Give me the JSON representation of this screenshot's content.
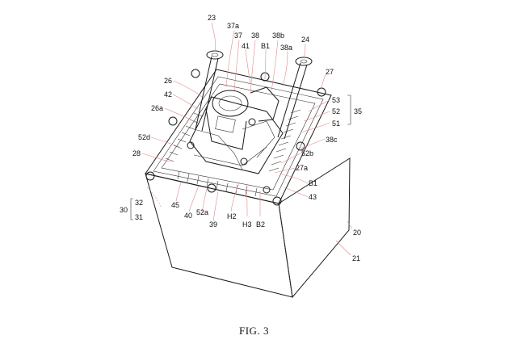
{
  "figure": {
    "caption": "FIG. 3",
    "colors": {
      "line": "#1a1a1a",
      "leader": "#e08a8a",
      "background": "#ffffff"
    },
    "reference_numerals": {
      "n23": "23",
      "n24": "24",
      "n37a": "37a",
      "n37": "37",
      "n38": "38",
      "n38b": "38b",
      "n41": "41",
      "nB1_top": "B1",
      "n38a": "38a",
      "n27": "27",
      "n26": "26",
      "n42": "42",
      "n26a": "26a",
      "n53": "53",
      "n52": "52",
      "n51": "51",
      "n35": "35",
      "n52d": "52d",
      "n38c": "38c",
      "n28": "28",
      "n52b": "52b",
      "n27a": "27a",
      "nB1_low": "B1",
      "n43": "43",
      "n30": "30",
      "n32": "32",
      "n31": "31",
      "n45": "45",
      "n40": "40",
      "n52a": "52a",
      "n39": "39",
      "nH2": "H2",
      "nH3": "H3",
      "nB2": "B2",
      "n20": "20",
      "n21": "21"
    }
  }
}
